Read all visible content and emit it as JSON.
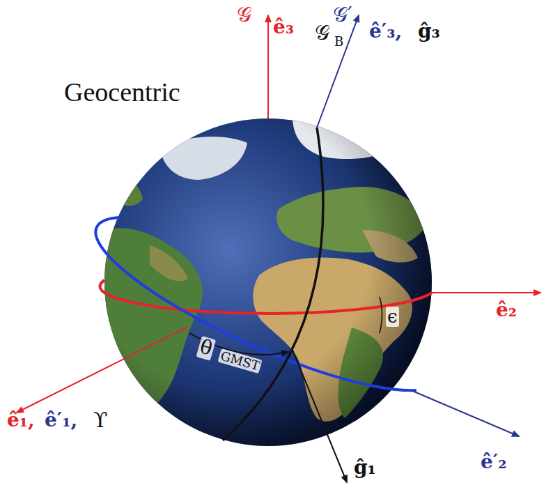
{
  "diagram": {
    "labels": [
      "𝒢",
      "ê₃",
      "𝒢′",
      "𝒢",
      "B",
      "ê′₃,",
      "ĝ₃",
      "Geocentric",
      "ê₂",
      "ê₁,",
      "ê′₁,",
      "ϒ",
      "θ",
      "GMST",
      "ϵ",
      "ê′₂",
      "ĝ₁"
    ]
  }
}
